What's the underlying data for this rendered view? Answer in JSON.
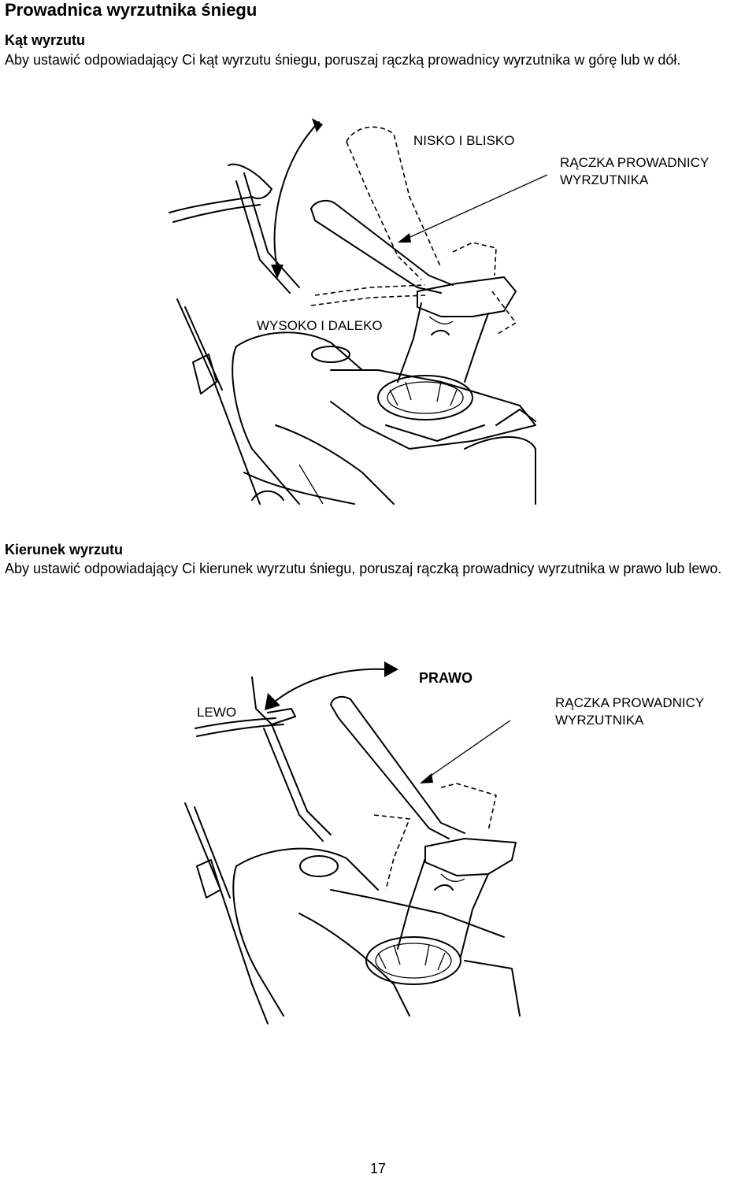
{
  "page_title": "Prowadnica wyrzutnika śniegu",
  "section_angle": {
    "heading": "Kąt wyrzutu",
    "text": "Aby ustawić odpowiadający Ci kąt wyrzutu śniegu, poruszaj rączką prowadnicy wyrzutnika w górę lub w dół.",
    "figure": {
      "label_low_near": "NISKO I BLISKO",
      "label_high_far": "WYSOKO I DALEKO",
      "label_handle_line1": "RĄCZKA PROWADNICY",
      "label_handle_line2": "WYRZUTNIKA"
    }
  },
  "section_direction": {
    "heading": "Kierunek wyrzutu",
    "text": "Aby ustawić odpowiadający Ci kierunek wyrzutu śniegu, poruszaj rączką prowadnicy wyrzutnika w prawo lub lewo.",
    "figure": {
      "label_left": "LEWO",
      "label_right": "PRAWO",
      "label_handle_line1": "RĄCZKA PROWADNICY",
      "label_handle_line2": "WYRZUTNIKA"
    }
  },
  "page_number": "17"
}
